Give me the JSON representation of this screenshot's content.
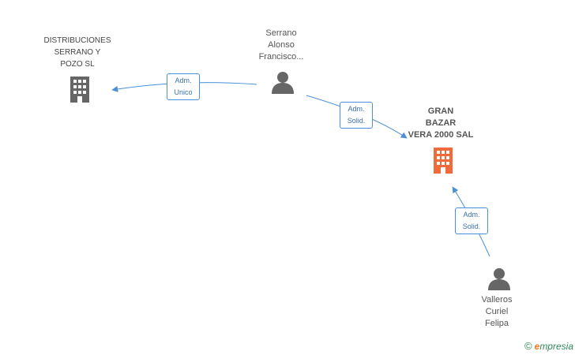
{
  "nodes": {
    "distribuciones": {
      "label": "DISTRIBUCIONES\nSERRANO Y\nPOZO SL",
      "icon": "building-icon",
      "color": "#666666"
    },
    "serrano": {
      "label": "Serrano\nAlonso\nFrancisco...",
      "icon": "person-icon",
      "color": "#666666"
    },
    "gran_bazar": {
      "label": "GRAN\nBAZAR\nVERA 2000 SAL",
      "icon": "building-icon",
      "color": "#f26a3a"
    },
    "valleros": {
      "label": "Valleros\nCuriel\nFelipa",
      "icon": "person-icon",
      "color": "#666666"
    }
  },
  "edges": [
    {
      "from": "serrano",
      "to": "distribuciones",
      "label": "Adm.\nUnico"
    },
    {
      "from": "serrano",
      "to": "gran_bazar",
      "label": "Adm.\nSolid."
    },
    {
      "from": "valleros",
      "to": "gran_bazar",
      "label": "Adm.\nSolid."
    }
  ],
  "colors": {
    "edge": "#4a8fd9",
    "node_gray": "#666666",
    "focus": "#f26a3a"
  },
  "footer": {
    "copyright_symbol": "©",
    "brand_e": "e",
    "brand_rest": "mpresia"
  }
}
